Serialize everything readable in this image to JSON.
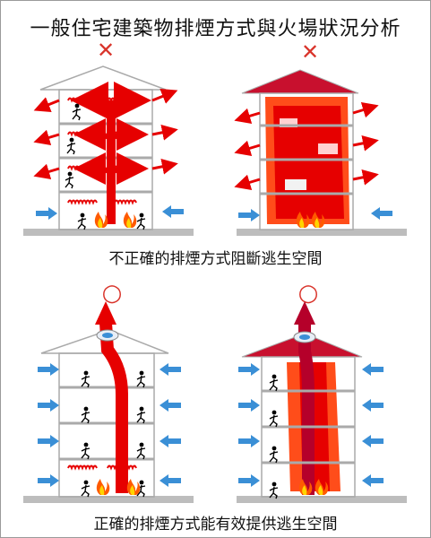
{
  "title": "一般住宅建築物排煙方式與火場狀況分析",
  "top_caption": "不正確的排煙方式阻斷逃生空間",
  "bottom_caption": "正確的排煙方式能有效提供逃生空間",
  "marks": {
    "wrong": "✕",
    "correct": "○"
  },
  "colors": {
    "smoke": "#e60000",
    "fire": "#ff5a00",
    "air": "#3a8fd6",
    "mark_wrong": "#d9342b",
    "mark_correct": "#d9342b"
  }
}
